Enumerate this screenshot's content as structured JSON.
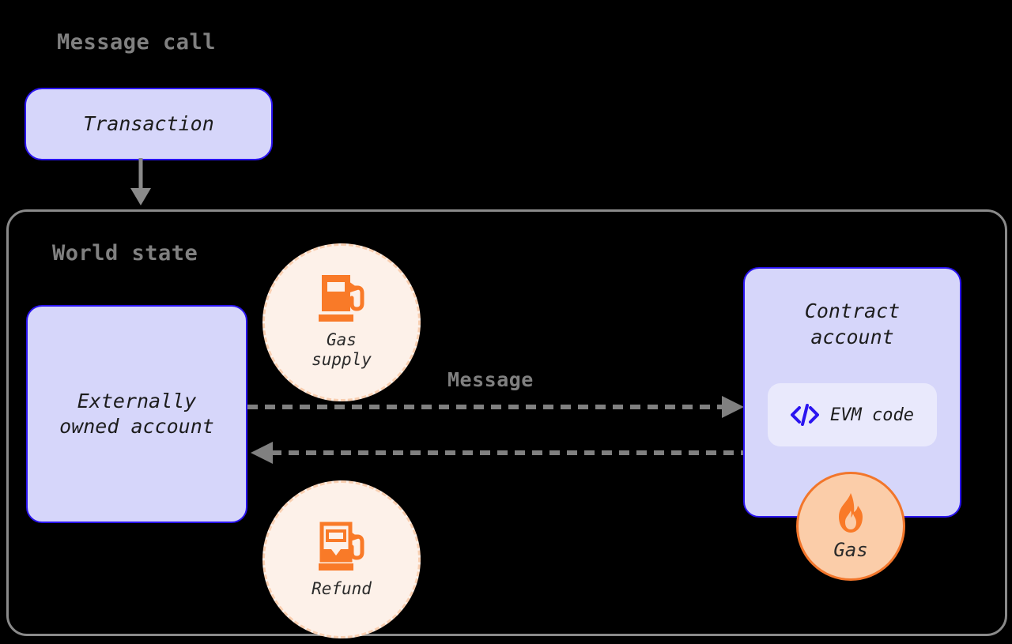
{
  "diagram": {
    "title": "Message call",
    "background_color": "#000000"
  },
  "labels": {
    "message_call": "Message call",
    "world_state": "World state",
    "message": "Message"
  },
  "nodes": {
    "transaction": {
      "label": "Transaction",
      "fill": "#d6d6fa",
      "border": "#2a14f0"
    },
    "externally_owned_account": {
      "label": "Externally\nowned account",
      "fill": "#d6d6fa",
      "border": "#2a14f0"
    },
    "contract_account": {
      "label": "Contract\naccount",
      "fill": "#d6d6fa",
      "border": "#2a14f0"
    },
    "evm_code": {
      "label": "EVM code",
      "icon": "code-icon",
      "fill": "#e9e9fc",
      "icon_color": "#2a14f0"
    }
  },
  "badges": {
    "gas_supply": {
      "caption": "Gas\nsupply",
      "icon": "fuel-pump-full-icon",
      "fill": "#fdf1e9",
      "border": "#f9cfb1",
      "icon_color": "#f97a28"
    },
    "refund": {
      "caption": "Refund",
      "icon": "fuel-pump-low-icon",
      "fill": "#fdf1e9",
      "border": "#f9cfb1",
      "icon_color": "#f97a28"
    },
    "gas": {
      "caption": "Gas",
      "icon": "flame-icon",
      "fill": "#fbcda9",
      "border": "#f2762b",
      "icon_color": "#f97a28"
    }
  },
  "connectors": {
    "transaction_to_world_state": {
      "style": "solid",
      "color": "#8a8a8a",
      "direction": "down"
    },
    "message": {
      "style": "dashed",
      "color": "#808080",
      "direction": "right",
      "label": "Message"
    },
    "refund_return": {
      "style": "dashed",
      "color": "#808080",
      "direction": "left"
    }
  },
  "container": {
    "world_state": {
      "border": "#8a8a8a",
      "style": "solid-rounded"
    }
  }
}
